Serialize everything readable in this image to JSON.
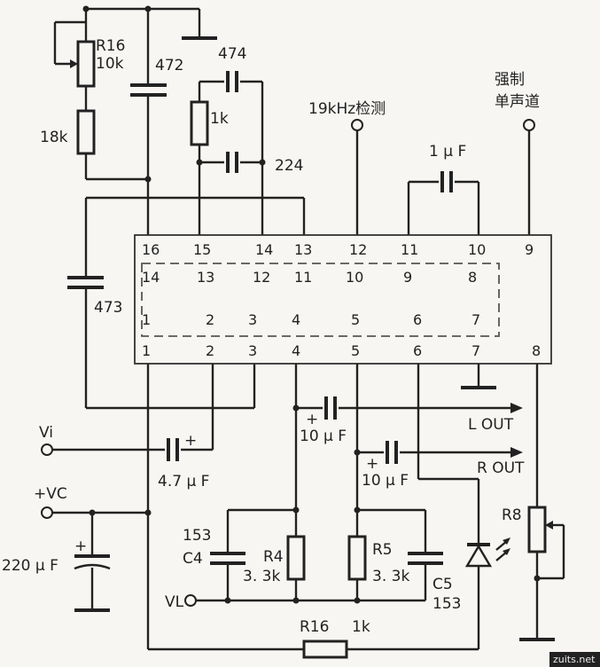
{
  "components": {
    "r16_top_ref": "R16",
    "r16_top_val": "10k",
    "r_18k": "18k",
    "c_472": "472",
    "c_474": "474",
    "r_1k": "1k",
    "c_224": "224",
    "c_473": "473",
    "c_1uF": "1 μ F",
    "c_vi": "4.7 μ F",
    "c_220": "220 μ F",
    "c_lout": "10 μ F",
    "c_rout": "10 μ F",
    "c4_val": "153",
    "c4_ref": "C4",
    "r4_ref": "R4",
    "r4_val": "3. 3k",
    "r5_ref": "R5",
    "r5_val": "3. 3k",
    "c5_ref": "C5",
    "c5_val": "153",
    "r8_ref": "R8",
    "r16_bot_ref": "R16",
    "r16_bot_val": "1k"
  },
  "labels": {
    "detect_19k": "19kHz检测",
    "force_mono_1": "强制",
    "force_mono_2": "单声道",
    "vi": "Vi",
    "vc": "+VC",
    "vl": "VL",
    "lout": "L OUT",
    "rout": "R OUT",
    "watermark": "zuits.net"
  },
  "ic": {
    "outer_top_pins": [
      "16",
      "15",
      "14",
      "13",
      "12",
      "11",
      "10",
      "9"
    ],
    "inner_top_pins": [
      "14",
      "13",
      "12",
      "11",
      "10",
      "9",
      "8"
    ],
    "inner_bottom_pins": [
      "1",
      "2",
      "3",
      "4",
      "5",
      "6",
      "7"
    ],
    "outer_bottom_pins": [
      "1",
      "2",
      "3",
      "4",
      "5",
      "6",
      "7",
      "8"
    ]
  },
  "polarity": {
    "plus": "+"
  }
}
